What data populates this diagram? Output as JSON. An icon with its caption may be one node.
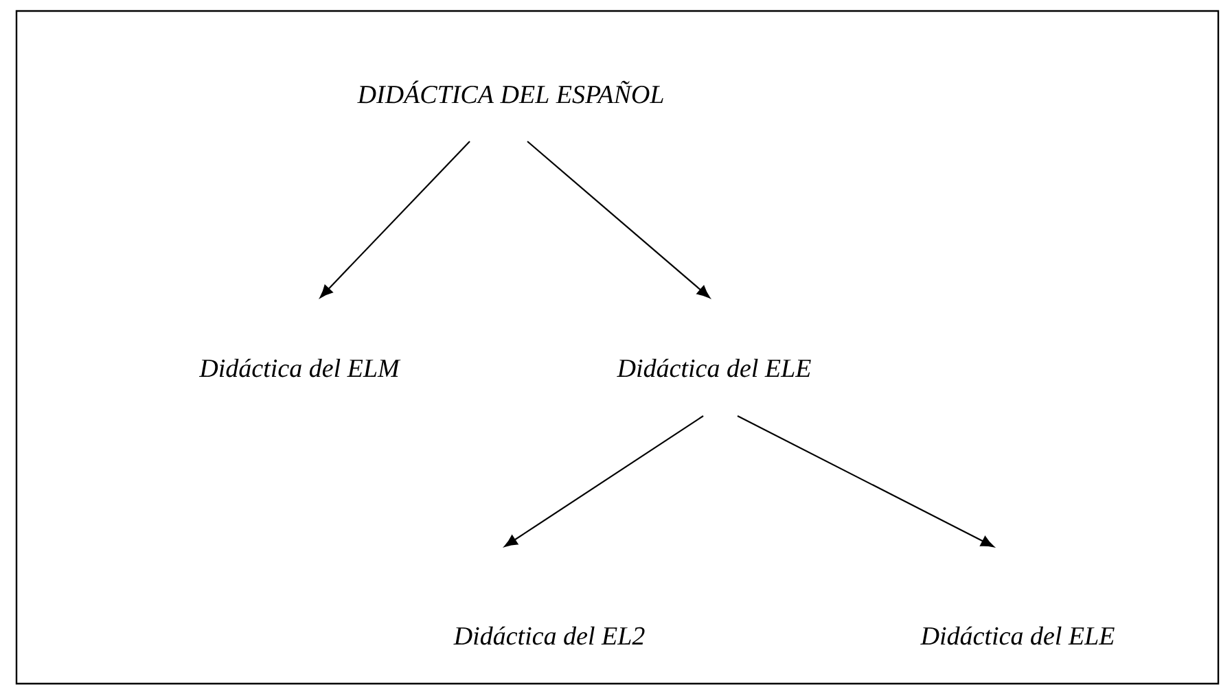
{
  "diagram": {
    "nodes": [
      {
        "text": [
          "DIDÁCTICA DEL ESPAÑOL"
        ]
      },
      {
        "text": [
          "Didáctica del ELM"
        ]
      },
      {
        "text": [
          "Didáctica del ELE"
        ]
      },
      {
        "text": [
          "Didáctica del EL2"
        ]
      },
      {
        "text": [
          "Didáctica del ELE"
        ]
      }
    ],
    "edges": [
      {
        "from": 0,
        "to": 1,
        "arrow": "to"
      },
      {
        "from": 0,
        "to": 2,
        "arrow": "to"
      },
      {
        "from": 2,
        "to": 3,
        "arrow": "to"
      },
      {
        "from": 2,
        "to": 4,
        "arrow": "to"
      }
    ]
  }
}
